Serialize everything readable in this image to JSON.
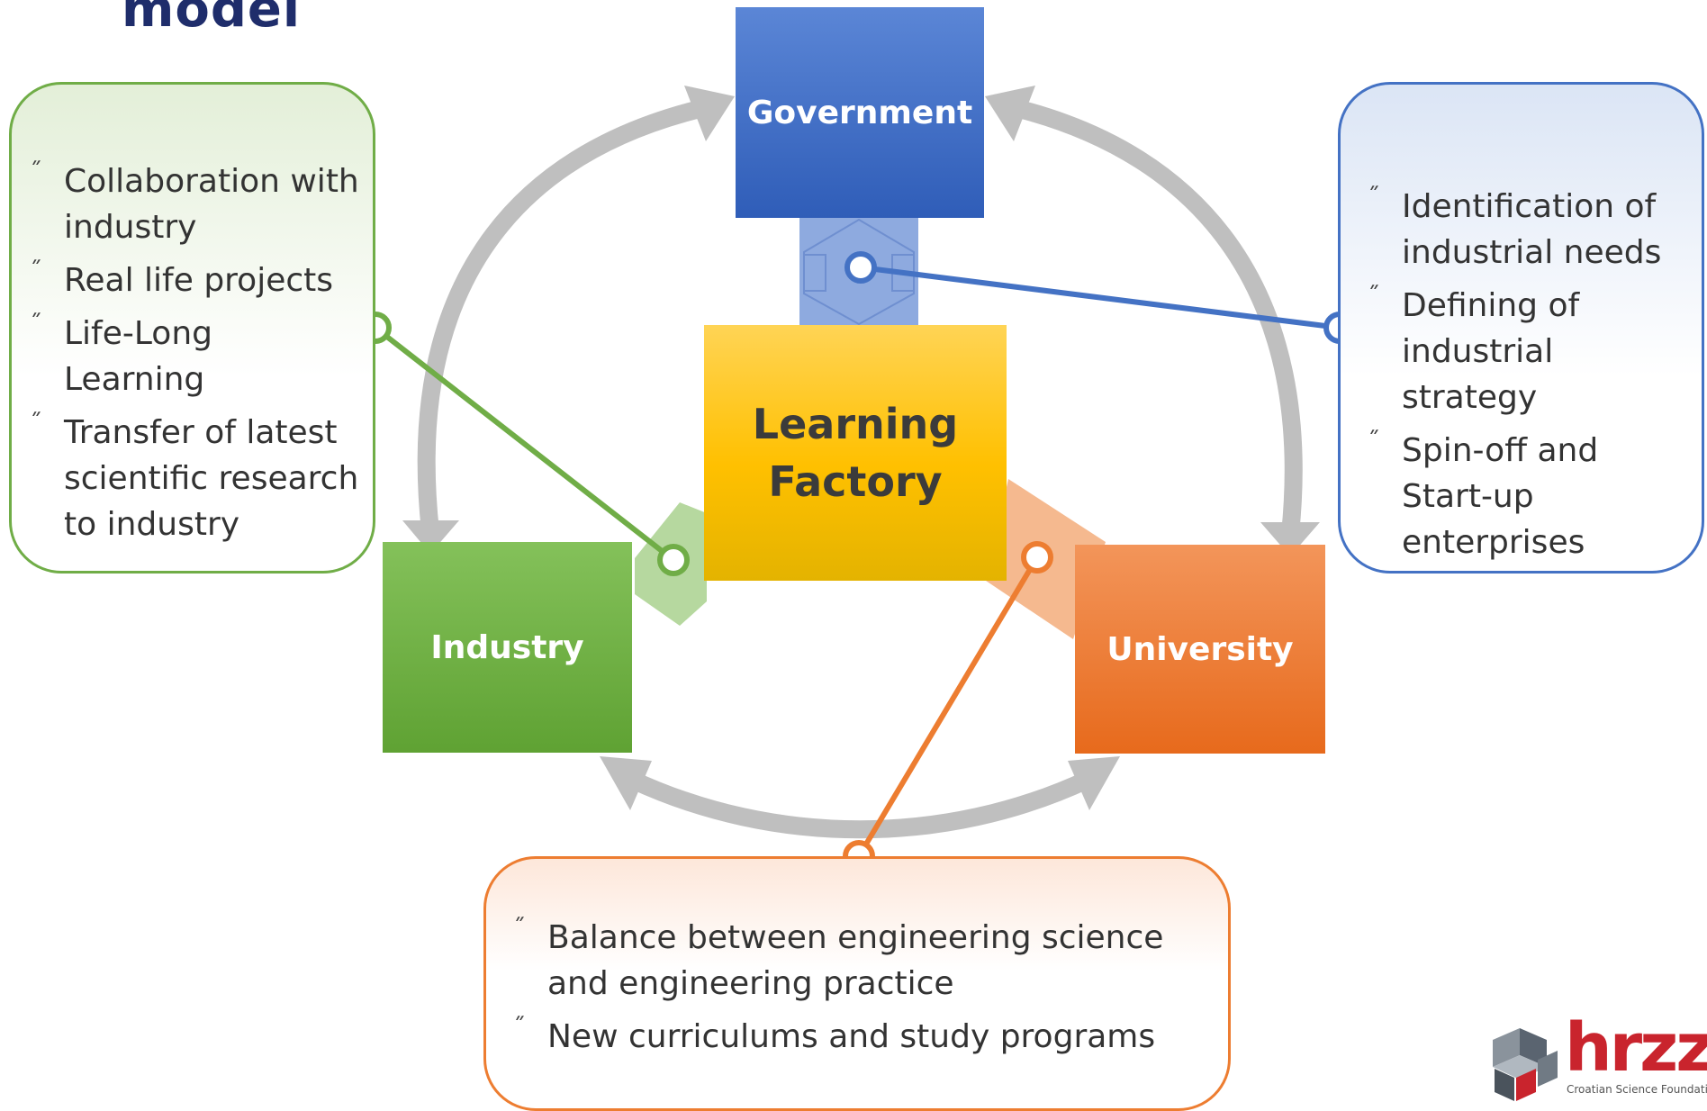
{
  "slide": {
    "title": "model"
  },
  "nodes": {
    "government": "Government",
    "industry": "Industry",
    "university": "University",
    "learning_factory_line1": "Learning",
    "learning_factory_line2": "Factory"
  },
  "bullet_glyph": "˝",
  "box_industry": {
    "items": [
      "Collaboration with industry",
      "Real life projects",
      "Life-Long  Learning",
      "Transfer of latest scientific research to industry"
    ]
  },
  "box_government": {
    "items": [
      "Identification of industrial needs",
      "Defining of industrial strategy",
      "Spin-off and Start-up enterprises"
    ]
  },
  "box_university": {
    "items": [
      "Balance between engineering science and engineering practice",
      "New curriculums and study programs"
    ]
  },
  "logo": {
    "text": "hrzz",
    "subtitle": "Croatian Science Foundation"
  },
  "colors": {
    "government": "#4472c4",
    "industry": "#70ad47",
    "university": "#ed7d31",
    "learning_factory": "#ffc000",
    "cycle_arrows": "#bfbfbf"
  }
}
